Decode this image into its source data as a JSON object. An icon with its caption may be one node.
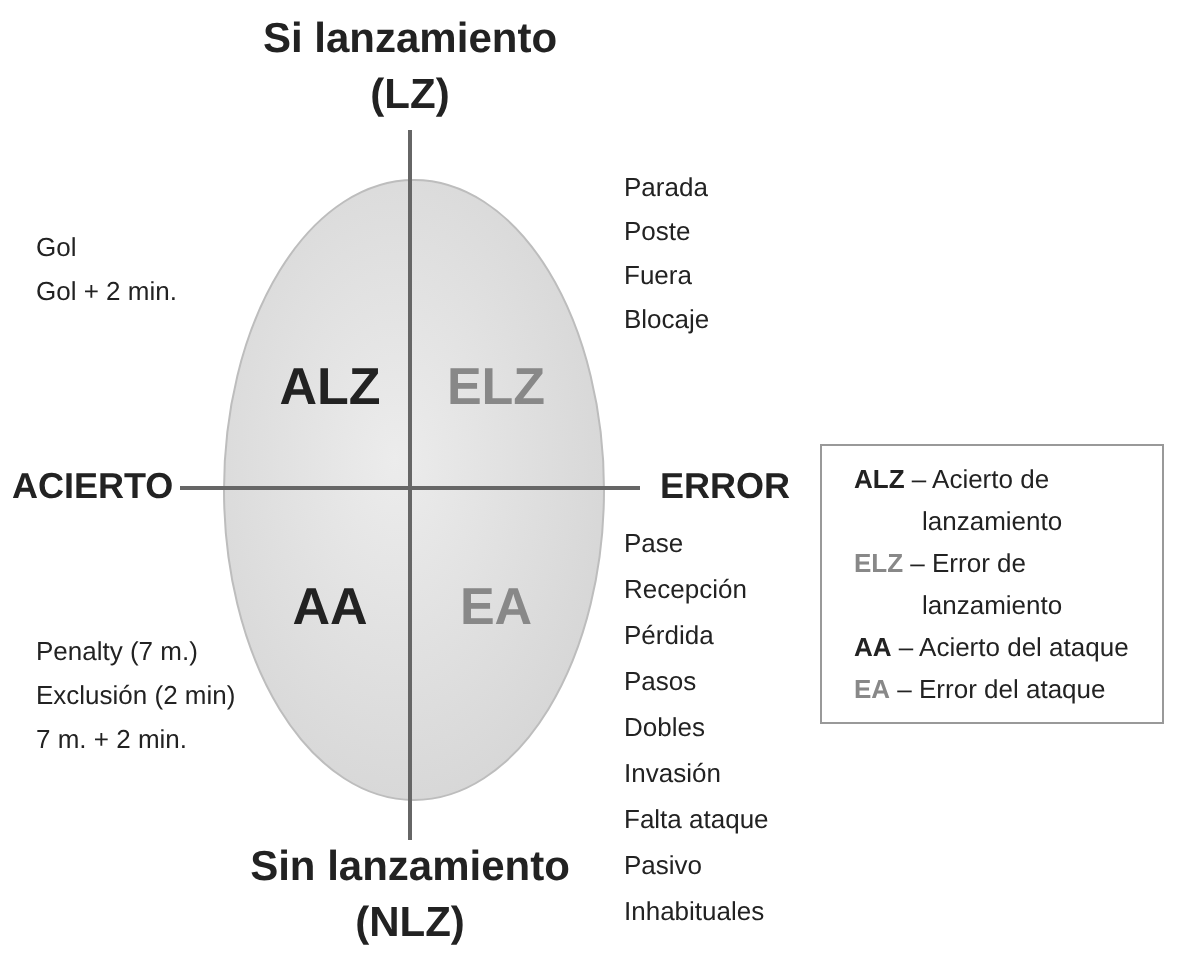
{
  "diagram": {
    "labels": [
      "Si lanzamiento (LZ)",
      "Parada",
      "Gol",
      "Poste",
      "Gol + 2 min.",
      "Fuera",
      "Blocaje",
      "ALZ",
      "ELZ",
      "ACIERTO",
      "ERROR",
      "Pase",
      "AA",
      "EA",
      "Recepción",
      "Penalty (7 m.)",
      "Pérdida",
      "Exclusión (2 min)",
      "Pasos",
      "7 m. + 2 min.",
      "Dobles",
      "Invasión",
      "Falta ataque",
      "Pasivo",
      "Inhabituales",
      "Sin lanzamiento (NLZ)"
    ],
    "legend": [
      {
        "text": "**ALZ** – Acierto de lanzamiento"
      },
      {
        "text": "**ELZ** – Error de lanzamiento"
      },
      {
        "text": "**AA** – Acierto del ataque"
      },
      {
        "text": "**EA** – Error del ataque"
      }
    ]
  }
}
